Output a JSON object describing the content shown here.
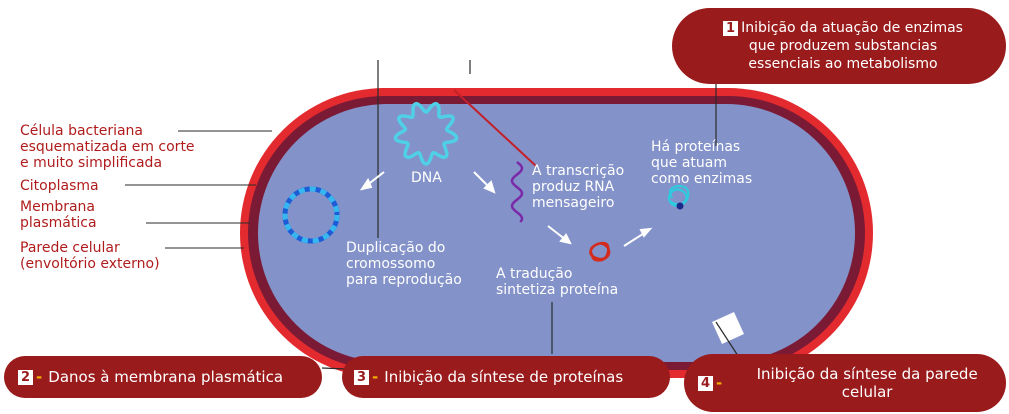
{
  "cell_labels": {
    "bacteria": [
      "Célula bacteriana",
      "esquematizada em corte",
      "e muito simplificada"
    ],
    "cytoplasm": "Citoplasma",
    "membrane": [
      "Membrana",
      "plasmática"
    ],
    "wall": [
      "Parede celular",
      "(envoltório externo)"
    ]
  },
  "inner_text": {
    "dna": "DNA",
    "transcription": [
      "A transcrição",
      "produz RNA",
      "mensageiro"
    ],
    "proteins": [
      "Há proteínas",
      "que atuam",
      "como enzimas"
    ],
    "duplication": [
      "Duplicação do",
      "cromossomo",
      "para reprodução"
    ],
    "translation": [
      "A tradução",
      "sintetiza proteína"
    ]
  },
  "callouts": {
    "c1": {
      "number": "1",
      "lines": [
        "Inibição da atuação de enzimas",
        "que produzem substancias",
        "essenciais ao metabolismo"
      ]
    },
    "c2": {
      "number": "2",
      "dash": "-",
      "text": "Danos à membrana plasmática"
    },
    "c3": {
      "number": "3",
      "dash": "-",
      "text": "Inibição da síntese de proteínas"
    },
    "c4": {
      "number": "4",
      "dash": "-",
      "lines": [
        "Inibição da síntese da parede",
        "celular"
      ]
    }
  },
  "colors": {
    "wall": "#e32a2f",
    "membrane": "#7a1a35",
    "cytoplasm": "#8392c8",
    "callout": "#9a1b1c",
    "label_text": "#b01c1c",
    "dna_ring": "#4fd0e6",
    "chromosome": "#1e5bd6",
    "chromosome_dash": "#36b7f0",
    "mrna": "#7a2aa8",
    "protein_red": "#d42b1f",
    "enzyme": "#2ecbe0"
  }
}
